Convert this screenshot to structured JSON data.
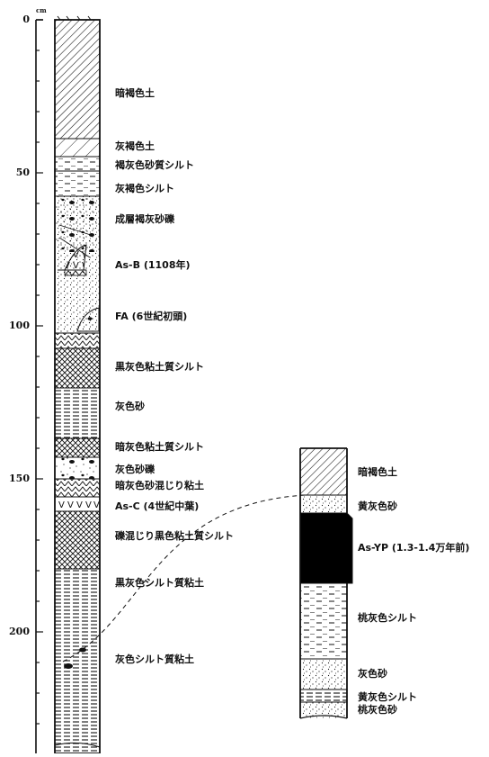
{
  "scale": {
    "unit": "cm",
    "ticks": [
      "0",
      "50",
      "100",
      "150",
      "200"
    ]
  },
  "left_column": {
    "layers": [
      {
        "label": "暗褐色土"
      },
      {
        "label": "灰褐色土"
      },
      {
        "label": "褐灰色砂質シルト"
      },
      {
        "label": "灰褐色シルト"
      },
      {
        "label": "成層褐灰砂礫"
      },
      {
        "label": "As-B (1108年)"
      },
      {
        "label": "FA (6世紀初頭)"
      },
      {
        "label": "黒灰色粘土質シルト"
      },
      {
        "label": "灰色砂"
      },
      {
        "label": "暗灰色粘土質シルト"
      },
      {
        "label": "灰色砂礫"
      },
      {
        "label": "暗灰色砂混じり粘土"
      },
      {
        "label": "As-C (4世紀中葉)"
      },
      {
        "label": "礫混じり黒色粘土質シルト"
      },
      {
        "label": "黒灰色シルト質粘土"
      },
      {
        "label": "灰色シルト質粘土"
      }
    ]
  },
  "right_column": {
    "layers": [
      {
        "label": "暗褐色土"
      },
      {
        "label": "黄灰色砂"
      },
      {
        "label": "As-YP (1.3-1.4万年前)"
      },
      {
        "label": "桃灰色シルト"
      },
      {
        "label": "灰色砂"
      },
      {
        "label": "黄灰色シルト"
      },
      {
        "label": "桃灰色砂"
      }
    ]
  }
}
